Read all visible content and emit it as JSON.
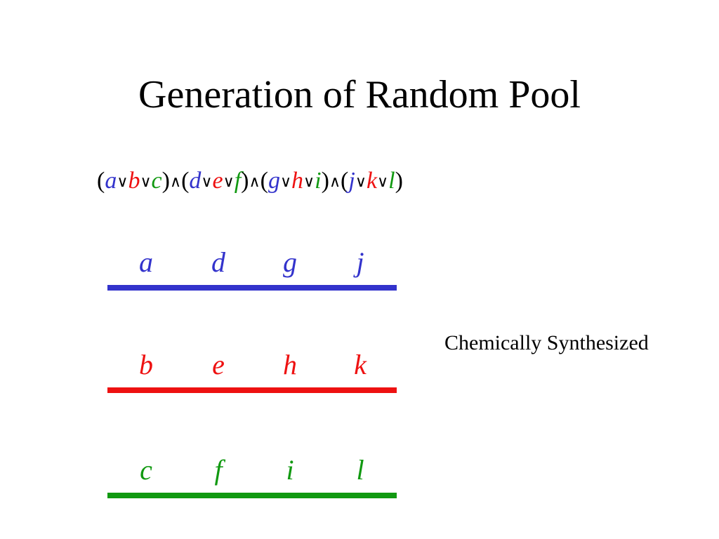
{
  "title": "Generation of Random Pool",
  "formula": {
    "tokens": [
      {
        "t": "(",
        "kind": "paren"
      },
      {
        "t": "a",
        "kind": "var",
        "color": "#3333cc"
      },
      {
        "t": "∨",
        "kind": "op"
      },
      {
        "t": "b",
        "kind": "var",
        "color": "#ee1111"
      },
      {
        "t": "∨",
        "kind": "op"
      },
      {
        "t": "c",
        "kind": "var",
        "color": "#119911"
      },
      {
        "t": ")",
        "kind": "paren"
      },
      {
        "t": "∧",
        "kind": "op"
      },
      {
        "t": "(",
        "kind": "paren"
      },
      {
        "t": "d",
        "kind": "var",
        "color": "#3333cc"
      },
      {
        "t": "∨",
        "kind": "op"
      },
      {
        "t": "e",
        "kind": "var",
        "color": "#ee1111"
      },
      {
        "t": "∨",
        "kind": "op"
      },
      {
        "t": "f",
        "kind": "var",
        "color": "#119911"
      },
      {
        "t": ")",
        "kind": "paren"
      },
      {
        "t": "∧",
        "kind": "op"
      },
      {
        "t": "(",
        "kind": "paren"
      },
      {
        "t": "g",
        "kind": "var",
        "color": "#3333cc"
      },
      {
        "t": "∨",
        "kind": "op"
      },
      {
        "t": "h",
        "kind": "var",
        "color": "#ee1111"
      },
      {
        "t": "∨",
        "kind": "op"
      },
      {
        "t": "i",
        "kind": "var",
        "color": "#119911"
      },
      {
        "t": ")",
        "kind": "paren"
      },
      {
        "t": "∧",
        "kind": "op"
      },
      {
        "t": "(",
        "kind": "paren"
      },
      {
        "t": "j",
        "kind": "var",
        "color": "#3333cc"
      },
      {
        "t": "∨",
        "kind": "op"
      },
      {
        "t": "k",
        "kind": "var",
        "color": "#ee1111"
      },
      {
        "t": "∨",
        "kind": "op"
      },
      {
        "t": "l",
        "kind": "var",
        "color": "#119911"
      },
      {
        "t": ")",
        "kind": "paren"
      }
    ]
  },
  "strands": [
    {
      "name": "blue",
      "color": "#3333cc",
      "letters": [
        "a",
        "d",
        "g",
        "j"
      ]
    },
    {
      "name": "red",
      "color": "#ee1111",
      "letters": [
        "b",
        "e",
        "h",
        "k"
      ]
    },
    {
      "name": "green",
      "color": "#119911",
      "letters": [
        "c",
        "f",
        "i",
        "l"
      ]
    }
  ],
  "side_label": "Chemically Synthesized"
}
